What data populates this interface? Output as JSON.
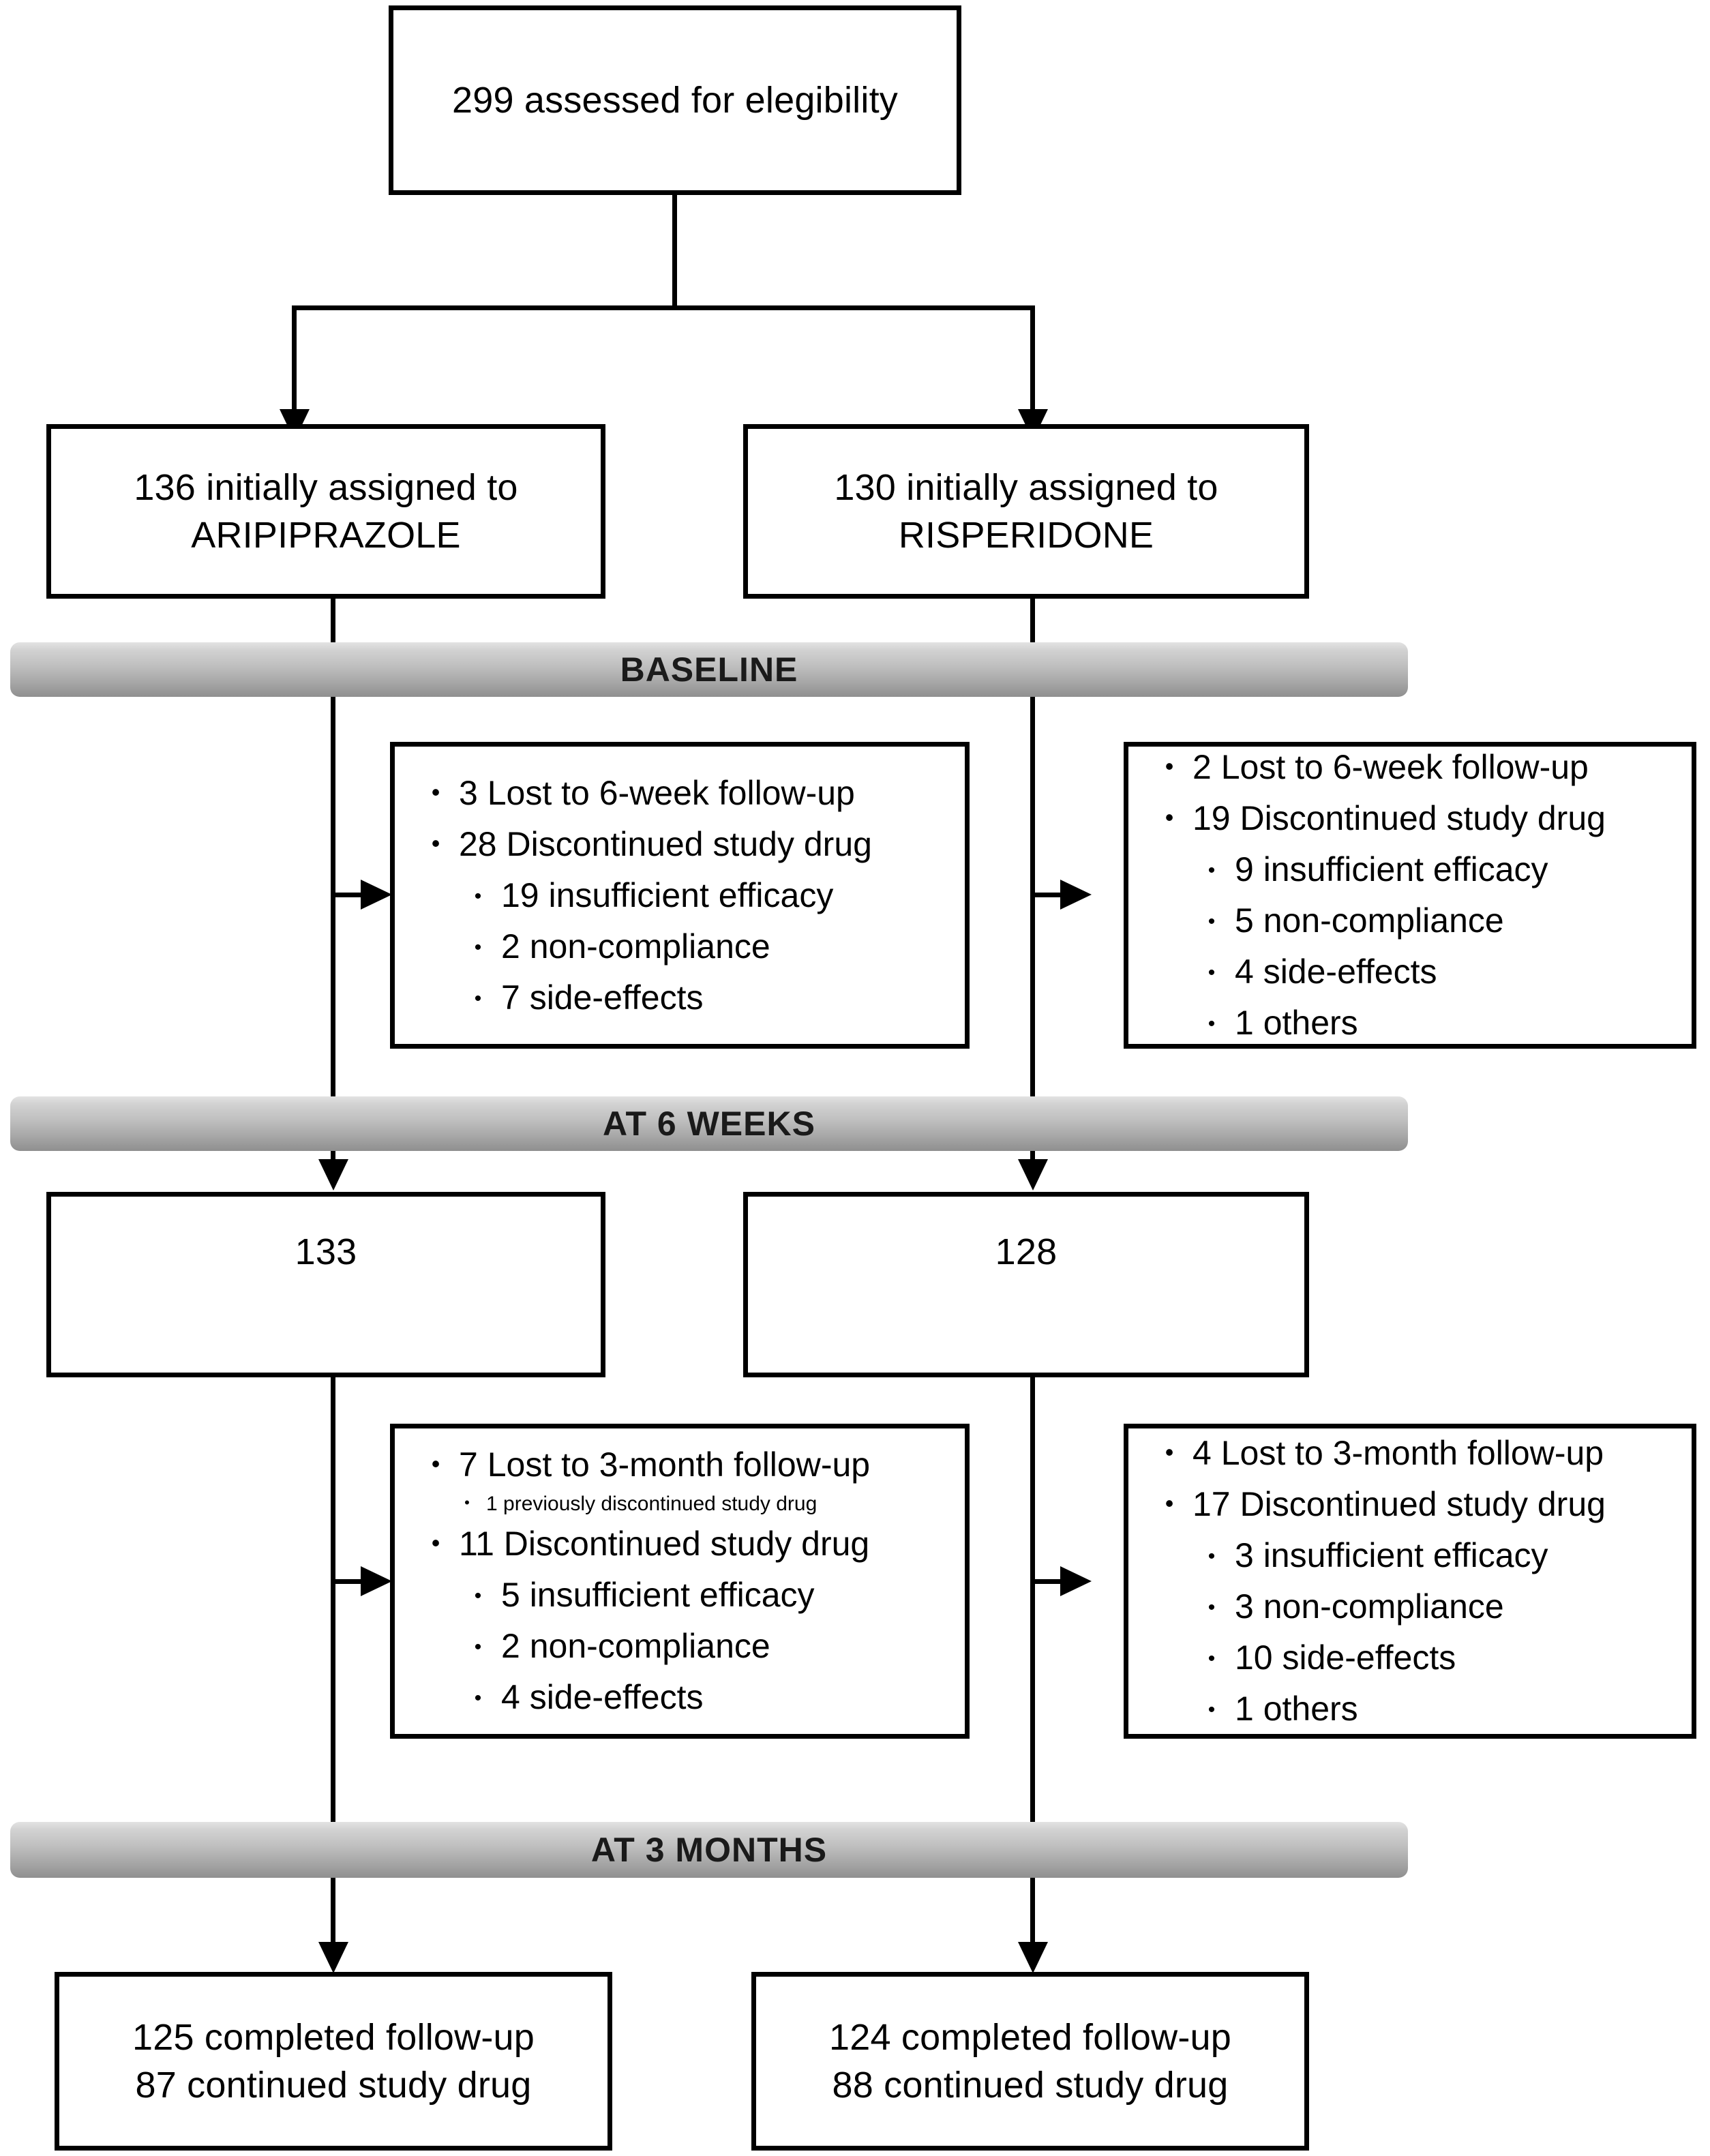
{
  "diagram": {
    "type": "consort-flow-diagram",
    "title_text": "",
    "banner_color_top": "#e3e3e3",
    "banner_color_bottom": "#8f8f8f",
    "line_color": "#000000",
    "background": "#ffffff"
  },
  "enrollment": {
    "assessed_box": "299 assessed for elegibility"
  },
  "arms": {
    "left": {
      "assigned_box": "136 initially assigned to\nARIPIPRAZOLE",
      "at_6_weeks_count": "133",
      "final_box": "125 completed follow-up\n87 continued study drug"
    },
    "right": {
      "assigned_box": "130 initially assigned to\nRISPERIDONE",
      "at_6_weeks_count": "128",
      "final_box": "124 completed follow-up\n88 continued study drug"
    }
  },
  "banners": {
    "baseline": "BASELINE",
    "six_weeks": "AT 6 WEEKS",
    "three_months": "AT 3 MONTHS"
  },
  "dropouts_6_week": {
    "left": {
      "lost": "3 Lost to 6-week follow-up",
      "discontinued": "28 Discontinued study drug",
      "reasons": [
        "19 insufficient efficacy",
        "2 non-compliance",
        "7 side-effects"
      ]
    },
    "right": {
      "lost": "2 Lost to 6-week follow-up",
      "discontinued": "19 Discontinued study drug",
      "reasons": [
        "9 insufficient efficacy",
        "5 non-compliance",
        "4 side-effects",
        "1 others"
      ]
    }
  },
  "dropouts_3_month": {
    "left": {
      "lost": "7 Lost to 3-month follow-up",
      "lost_note": "1 previously discontinued study drug",
      "discontinued": "11 Discontinued study drug",
      "reasons": [
        "5 insufficient efficacy",
        "2 non-compliance",
        "4 side-effects"
      ]
    },
    "right": {
      "lost": "4 Lost to 3-month follow-up",
      "discontinued": "17 Discontinued study drug",
      "reasons": [
        "3 insufficient efficacy",
        "3 non-compliance",
        "10 side-effects",
        "1 others"
      ]
    }
  },
  "icons": {
    "bullet": "•",
    "arrow_down": "arrow-down-icon",
    "arrow_right": "arrow-right-icon"
  }
}
